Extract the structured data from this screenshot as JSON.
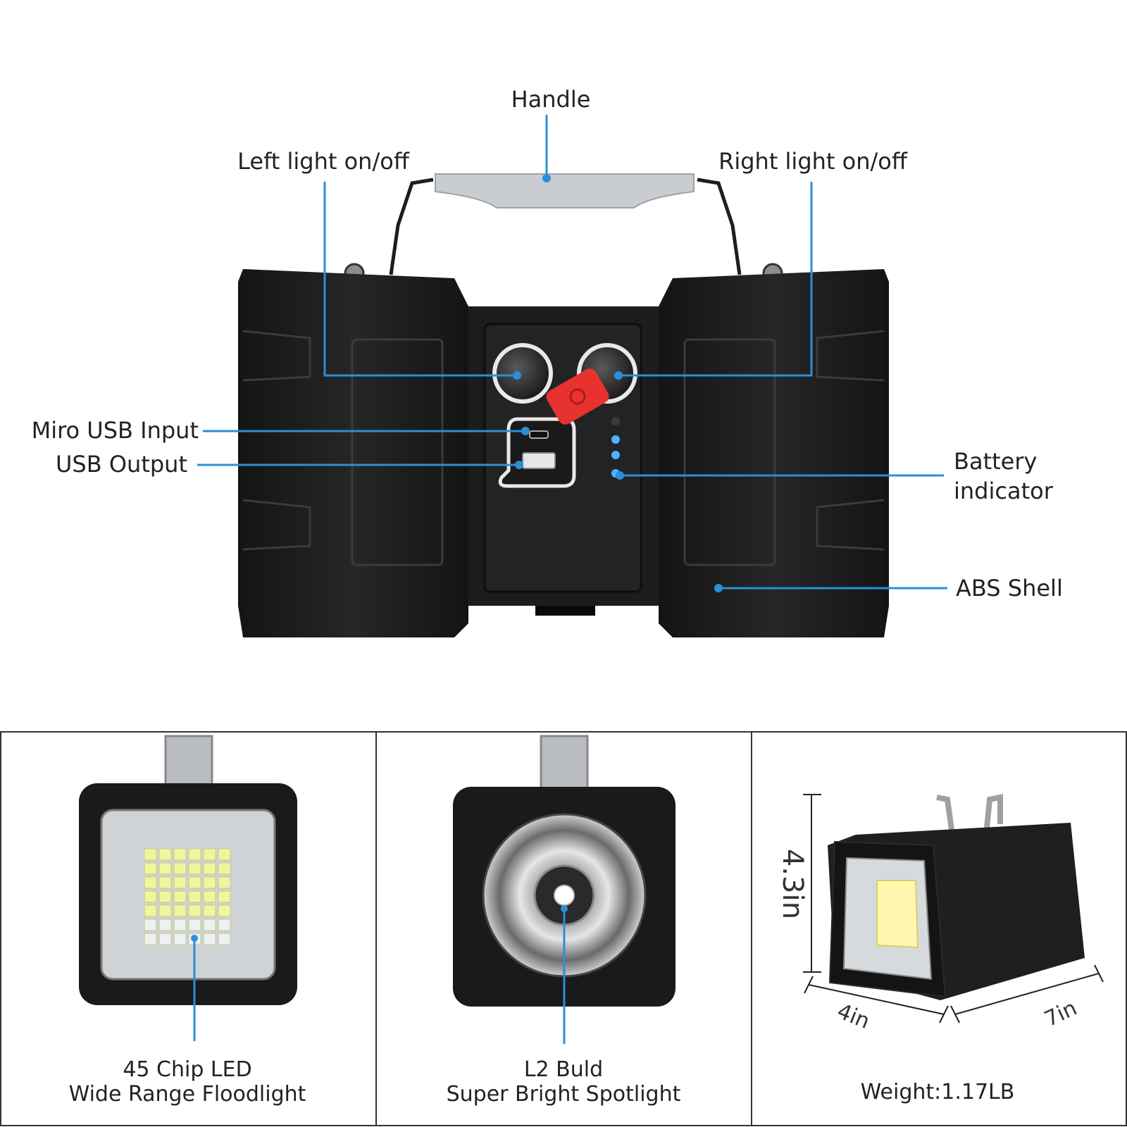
{
  "top": {
    "labels": {
      "handle": "Handle",
      "left_switch": "Left light on/off",
      "right_switch": "Right light on/off",
      "micro_usb": "Miro USB Input",
      "usb_output": "USB Output",
      "battery_1": "Battery",
      "battery_2": "indicator",
      "shell": "ABS Shell"
    }
  },
  "panels": [
    {
      "caption_1": "45 Chip LED",
      "caption_2": "Wide Range Floodlight"
    },
    {
      "caption_1": "L2 Buld",
      "caption_2": "Super Bright Spotlight"
    },
    {
      "caption_1": "Weight:1.17LB",
      "dims": {
        "height": "4.3in",
        "width": "4in",
        "depth": "7in"
      }
    }
  ],
  "colors": {
    "callout": "#2a8fd8",
    "body": "#1b1b1b",
    "plug": "#e8322f"
  }
}
